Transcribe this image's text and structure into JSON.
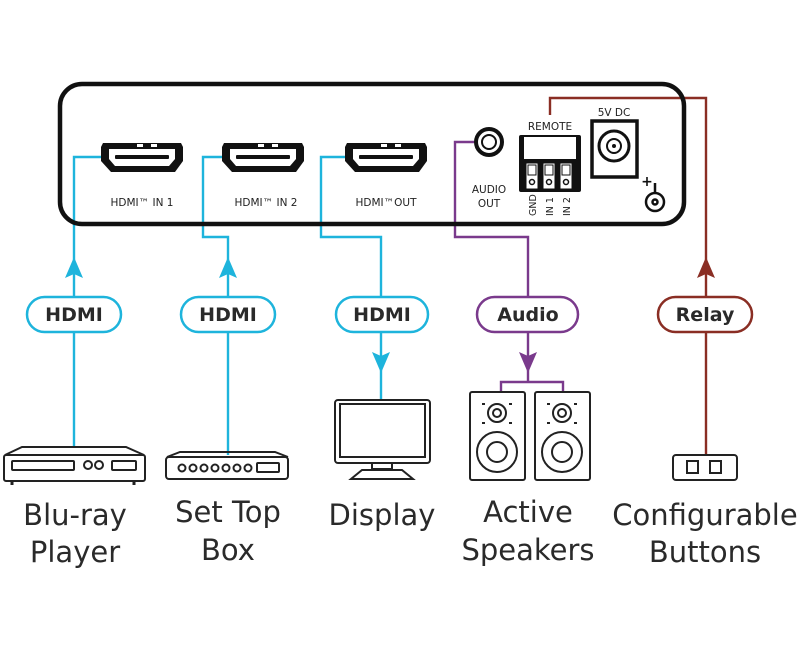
{
  "colors": {
    "hdmi": "#1eb4dc",
    "audio": "#7a3a8c",
    "relay": "#8a2e24",
    "outline": "#111111",
    "text": "#2a2a2a"
  },
  "device": {
    "ports": {
      "hdmi_in_1": "HDMI™ IN 1",
      "hdmi_in_2": "HDMI™ IN 2",
      "hdmi_out": "HDMI™OUT",
      "audio_out_line1": "AUDIO",
      "audio_out_line2": "OUT",
      "remote": "REMOTE",
      "remote_pins": [
        "GND",
        "IN 1",
        "IN 2"
      ],
      "power": "5V DC",
      "polarity": "+"
    }
  },
  "connections": [
    {
      "id": "hdmi-in-1",
      "label": "HDMI",
      "type": "hdmi",
      "direction": "up"
    },
    {
      "id": "hdmi-in-2",
      "label": "HDMI",
      "type": "hdmi",
      "direction": "up"
    },
    {
      "id": "hdmi-out",
      "label": "HDMI",
      "type": "hdmi",
      "direction": "down"
    },
    {
      "id": "audio-out",
      "label": "Audio",
      "type": "audio",
      "direction": "down"
    },
    {
      "id": "remote",
      "label": "Relay",
      "type": "relay",
      "direction": "up"
    }
  ],
  "devices": [
    {
      "id": "bluray",
      "icon": "bluray-player-icon",
      "line1": "Blu-ray",
      "line2": "Player"
    },
    {
      "id": "stb",
      "icon": "set-top-box-icon",
      "line1": "Set Top",
      "line2": "Box"
    },
    {
      "id": "display",
      "icon": "display-icon",
      "line1": "Display",
      "line2": ""
    },
    {
      "id": "speakers",
      "icon": "speakers-icon",
      "line1": "Active",
      "line2": "Speakers"
    },
    {
      "id": "buttons",
      "icon": "buttons-icon",
      "line1": "Configurable",
      "line2": "Buttons"
    }
  ]
}
